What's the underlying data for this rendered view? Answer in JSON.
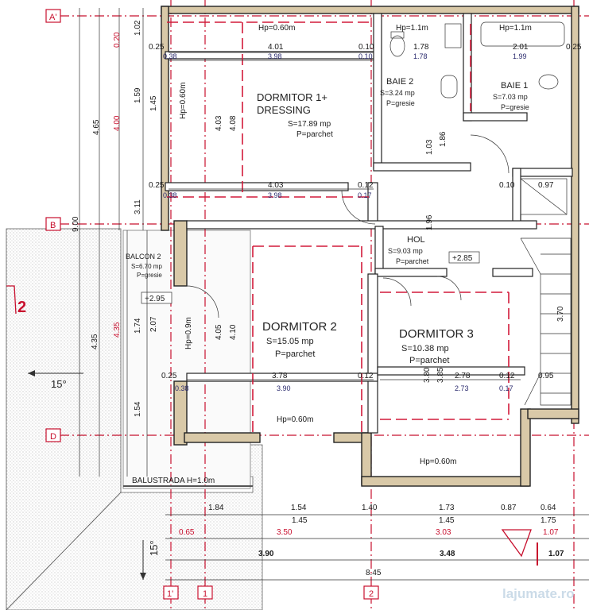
{
  "rooms": {
    "dormitor1": {
      "name1": "DORMITOR 1+",
      "name2": "DRESSING",
      "area": "S=17.89 mp",
      "floor": "P=parchet"
    },
    "baie2": {
      "name": "BAIE 2",
      "area": "S=3.24 mp",
      "floor": "P=gresie"
    },
    "baie1": {
      "name": "BAIE 1",
      "area": "S=7.03 mp",
      "floor": "P=gresie"
    },
    "hol": {
      "name": "HOL",
      "area": "S=9.03 mp",
      "floor": "P=parchet"
    },
    "balcon2": {
      "name": "BALCON 2",
      "area": "S=6.70 mp",
      "floor": "P=gresie"
    },
    "dormitor2": {
      "name": "DORMITOR 2",
      "area": "S=15.05 mp",
      "floor": "P=parchet"
    },
    "dormitor3": {
      "name": "DORMITOR 3",
      "area": "S=10.38 mp",
      "floor": "P=parchet"
    }
  },
  "levels": {
    "hol": "+2.85",
    "balcon": "+2.95"
  },
  "grid_labels": {
    "a_prime": "A'",
    "b": "B",
    "d": "D",
    "one_prime": "1'",
    "one": "1",
    "two": "2"
  },
  "section_mark": "2",
  "slopes": {
    "left": "15°",
    "bottom": "15°"
  },
  "balustrade": "BALUSTRADA H=1.0m",
  "watermark": "lajumate.ro",
  "openings": {
    "hp060_top": "Hp=0.60m",
    "hp11_baie2": "Hp=1.1m",
    "hp11_baie1": "Hp=1.1m",
    "hp060_left": "Hp=0.60m",
    "hp09_balcon": "Hp=0.9m",
    "hp060_d2": "Hp=0.60m",
    "hp060_d3": "Hp=0.60m"
  },
  "dims": {
    "top_4_01": "4.01",
    "top_3_98": "3.98",
    "top_0_10a": "0.10",
    "top_0_10b": "0.10",
    "top_1_78a": "1.78",
    "top_1_78b": "1.78",
    "top_2_01": "2.01",
    "top_1_99": "1.99",
    "top_0_25a": "0.25",
    "top_0_38a": "0.38",
    "top_0_25b": "0.25",
    "mid_4_03": "4.03",
    "mid_3_98": "3.98",
    "mid_0_12": "0.12",
    "mid_0_17": "0.17",
    "mid_0_10": "0.10",
    "mid_0_97": "0.97",
    "mid_0_25": "0.25",
    "mid_0_38": "0.38",
    "v_1_02": "1.02",
    "v_0_20": "0.20",
    "v_1_59": "1.59",
    "v_1_45": "1.45",
    "v_4_65": "4.65",
    "v_4_00": "4.00",
    "v_3_11": "3.11",
    "v_9_00": "9.00",
    "v_4_03": "4.03",
    "v_4_08": "4.08",
    "v_4_05": "4.05",
    "v_4_10": "4.10",
    "v_4_35a": "4.35",
    "v_4_35b": "4.35",
    "v_1_74": "1.74",
    "v_2_07": "2.07",
    "v_1_54": "1.54",
    "v_1_03": "1.03",
    "v_1_86": "1.86",
    "v_1_96": "1.96",
    "v_3_80": "3.80",
    "v_3_85": "3.85",
    "v_3_70": "3.70",
    "d2_3_78": "3.78",
    "d2_3_90": "3.90",
    "d2_0_12": "0.12",
    "d2_0_25": "0.25",
    "d2_0_38": "0.38",
    "d3_2_78": "2.78",
    "d3_2_73": "2.73",
    "d3_0_12": "0.12",
    "d3_0_17": "0.17",
    "d3_0_95": "0.95",
    "b1_1_84": "1.84",
    "b1_1_54": "1.54",
    "b1_1_40": "1.40",
    "b1_1_73": "1.73",
    "b1_0_87": "0.87",
    "b1_0_64": "0.64",
    "b2_1_45a": "1.45",
    "b2_1_45b": "1.45",
    "b2_1_75": "1.75",
    "b3_0_65": "0.65",
    "b3_3_50": "3.50",
    "b3_3_03": "3.03",
    "b3_1_07": "1.07",
    "b4_3_90": "3.90",
    "b4_3_48": "3.48",
    "b4_1_07": "1.07",
    "b5_8_45": "8.45"
  },
  "colors": {
    "grid": "#c8102e",
    "wall": "#d9c9a8",
    "dim_blue": "#2b2b6e"
  }
}
